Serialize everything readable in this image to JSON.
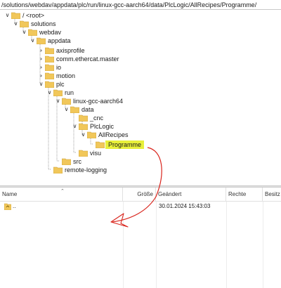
{
  "path": "/solutions/webdav/appdata/plc/run/linux-gcc-aarch64/data/PlcLogic/AllRecipes/Programme/",
  "tree": {
    "root": "/ <root>",
    "solutions": "solutions",
    "webdav": "webdav",
    "appdata": "appdata",
    "axisprofile": "axisprofile",
    "comm_ethercat_master": "comm.ethercat.master",
    "io": "io",
    "motion": "motion",
    "plc": "plc",
    "run": "run",
    "linux_gcc_aarch64": "linux-gcc-aarch64",
    "data": "data",
    "cnc": "_cnc",
    "plclogic": "PlcLogic",
    "allrecipes": "AllRecipes",
    "programme": "Programme",
    "visu": "visu",
    "src": "src",
    "remote_logging": "remote-logging"
  },
  "columns": {
    "name": "Name",
    "size": "Größe",
    "changed": "Geändert",
    "rights": "Rechte",
    "owner": "Besitz"
  },
  "rows": [
    {
      "name": "..",
      "size": "",
      "changed": "30.01.2024 15:43:03",
      "rights": "",
      "owner": ""
    }
  ],
  "colors": {
    "folder": "#f1c75a",
    "highlight": "#e8f03a",
    "annotation": "#d9241c"
  }
}
